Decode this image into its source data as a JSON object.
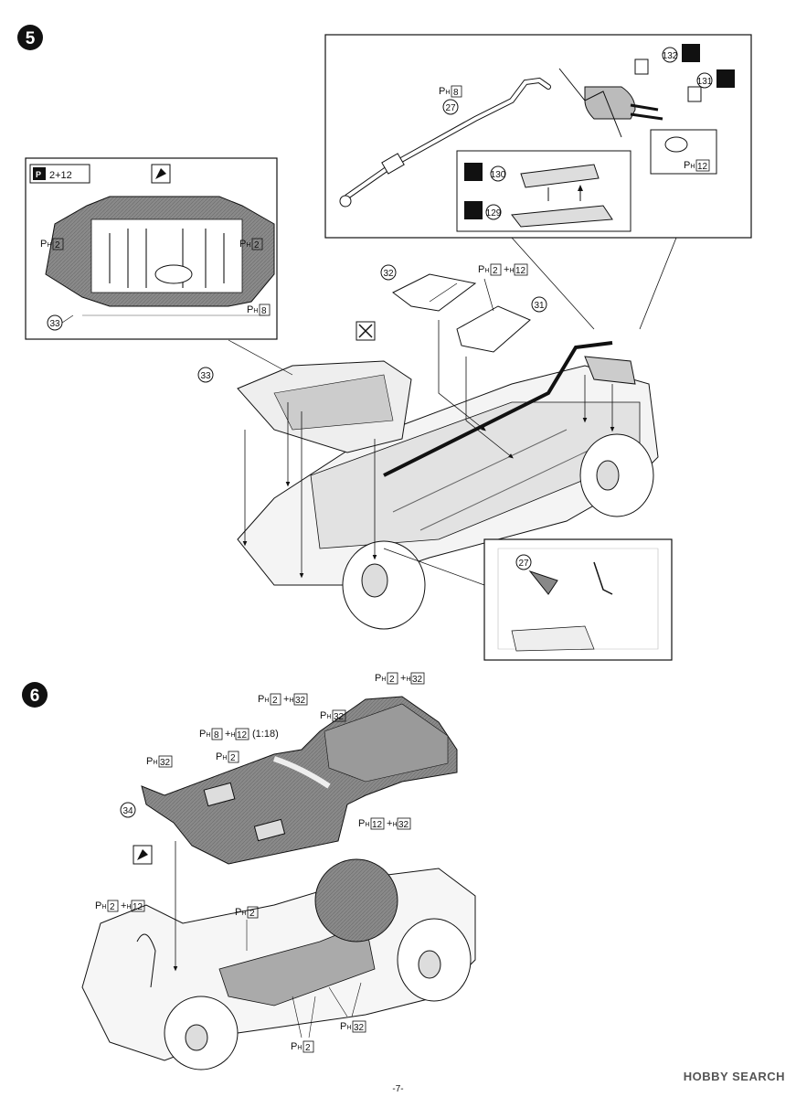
{
  "step5": {
    "number": "5",
    "inset_left": {
      "paint_code": "2+12",
      "label_left": "2",
      "label_right": "2",
      "label_bottom": "8",
      "part": "33"
    },
    "inset_exhaust": {
      "exhaust_label": "8",
      "muffler_label": "12",
      "parts": {
        "pipe": "27",
        "tip_a": "132",
        "tip_b": "131",
        "sub_a": "130",
        "sub_b": "129"
      }
    },
    "panels": {
      "part_a": "32",
      "part_b": "31",
      "paint": "2",
      "paint_extra": "12"
    },
    "chassis_part": "33",
    "inset_detail_part": "27"
  },
  "step6": {
    "number": "6",
    "tub": {
      "part": "34",
      "labels": {
        "top_right_a": "2",
        "top_right_b": "32",
        "mid_a": "2",
        "mid_b": "32",
        "right": "32",
        "tunnel_a": "8",
        "tunnel_b": "12",
        "ratio": "(1:18)",
        "left": "32",
        "center": "2",
        "side_a": "12",
        "side_b": "32"
      }
    },
    "chassis": {
      "left_a": "2",
      "left_b": "12",
      "center": "2",
      "bottom": "2",
      "right": "32"
    }
  },
  "footer": {
    "page": "-7-"
  },
  "watermark": {
    "text": "HOBBY SEARCH"
  }
}
